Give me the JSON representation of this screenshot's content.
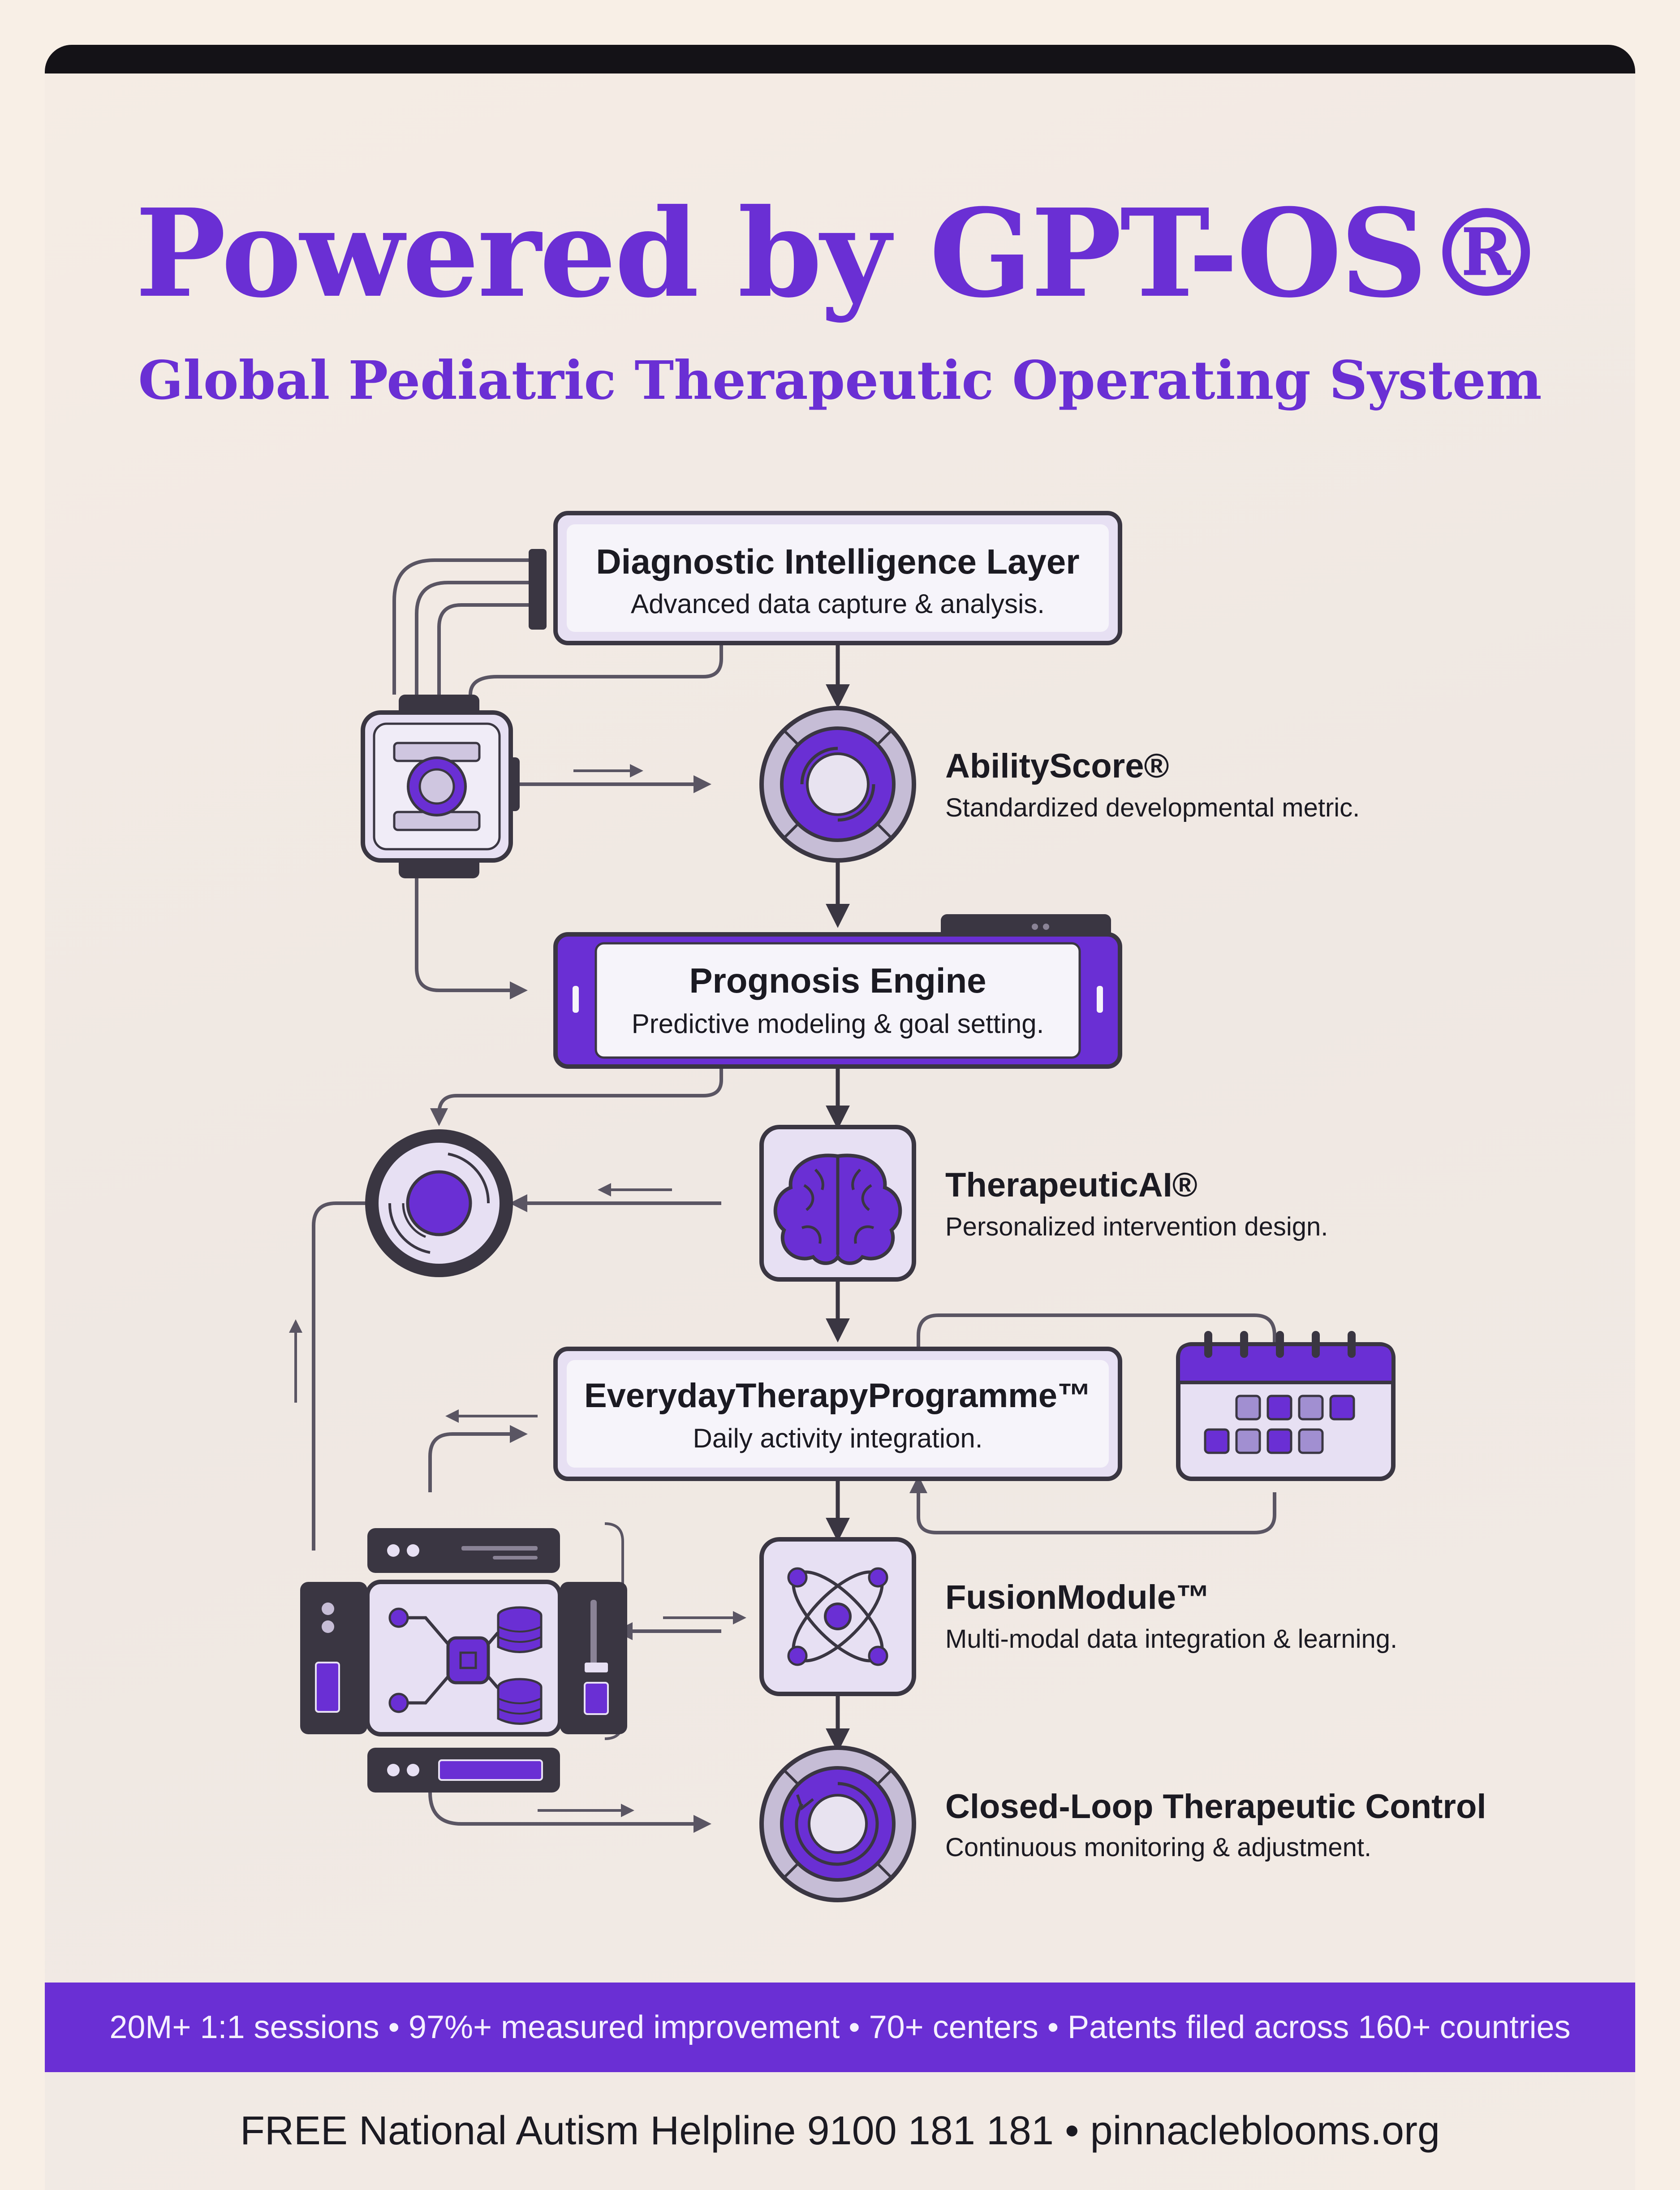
{
  "header": {
    "title": "Powered by GPT-OS®",
    "subtitle": "Global Pediatric Therapeutic Operating System"
  },
  "colors": {
    "accent": "#6a2fd4",
    "accent_light": "#e7e0f3",
    "dark": "#3a3642",
    "background": "#f5ece4"
  },
  "layers": [
    {
      "title": "Diagnostic Intelligence Layer",
      "desc": "Advanced data capture & analysis."
    },
    {
      "title": "AbilityScore®",
      "desc": "Standardized developmental metric."
    },
    {
      "title": "Prognosis Engine",
      "desc": "Predictive modeling & goal setting."
    },
    {
      "title": "TherapeuticAI®",
      "desc": "Personalized intervention design."
    },
    {
      "title": "EverydayTherapyProgramme™",
      "desc": "Daily activity integration."
    },
    {
      "title": "FusionModule™",
      "desc": "Multi-modal data integration & learning."
    },
    {
      "title": "Closed-Loop Therapeutic Control",
      "desc": "Continuous monitoring & adjustment."
    }
  ],
  "icons": {
    "wearable": "wearable-device-icon",
    "ability": "ring-dial-icon",
    "therapeutic": "brain-icon",
    "target": "target-icon",
    "calendar": "calendar-icon",
    "hub": "data-hub-icon",
    "fusion": "atom-icon",
    "loop": "closed-loop-icon"
  },
  "stats_bar": "20M+ 1:1 sessions • 97%+ measured improvement • 70+ centers • Patents filed across 160+ countries",
  "footer": "FREE National Autism Helpline 9100 181 181 • pinnacleblooms.org"
}
